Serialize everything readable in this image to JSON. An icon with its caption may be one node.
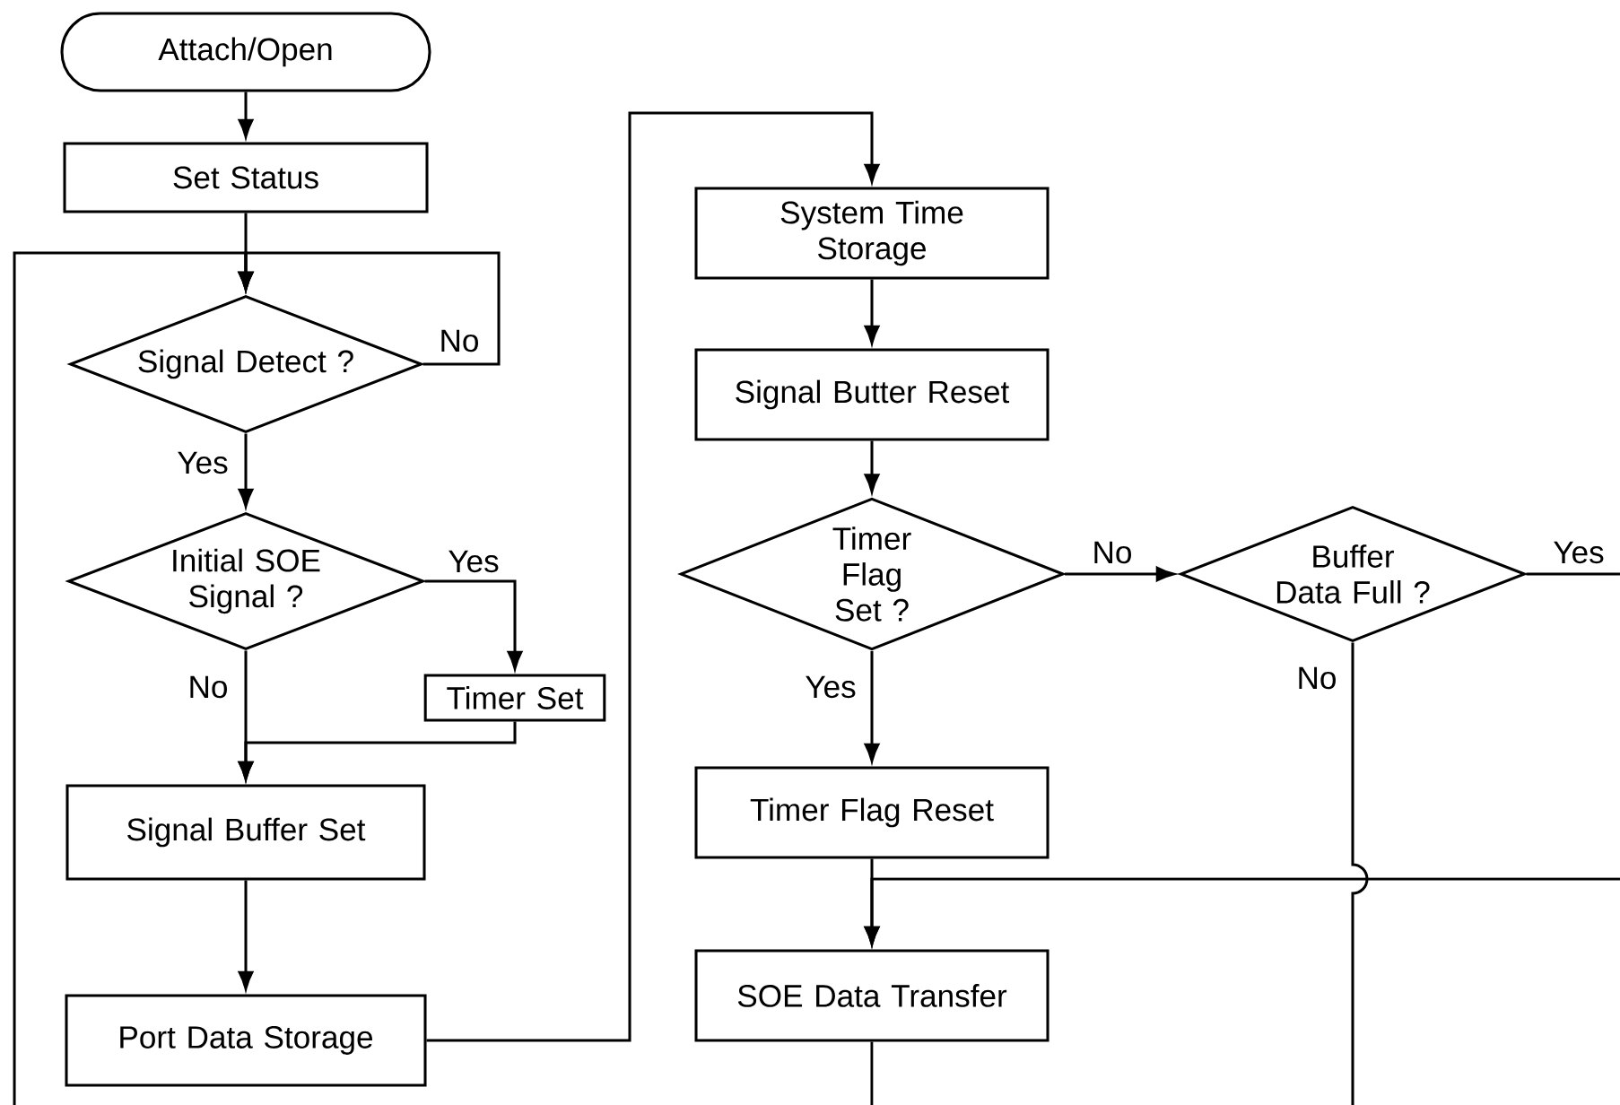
{
  "diagram": {
    "nodes": [
      {
        "text": [
          "Attach/Open"
        ]
      },
      {
        "text": [
          "Set Status"
        ]
      },
      {
        "text": [
          "Signal  Detect ?"
        ]
      },
      {
        "text": [
          "Initial SOE Signal ?"
        ]
      },
      {
        "text": [
          "Timer Set"
        ]
      },
      {
        "text": [
          "Signal Buffer Set"
        ]
      },
      {
        "text": [
          "Port Data Storage"
        ]
      },
      {
        "text": [
          "System Time Storage"
        ]
      },
      {
        "text": [
          "Signal Butter Reset"
        ]
      },
      {
        "text": [
          "Timer Flag Set ?"
        ]
      },
      {
        "text": [
          "Buffer Data Full ?"
        ]
      },
      {
        "text": [
          "Timer Flag Reset"
        ]
      },
      {
        "text": [
          "SOE Data Transfer"
        ]
      }
    ],
    "edges": [
      {
        "from": 0,
        "to": 1,
        "arrow": "to"
      },
      {
        "from": 1,
        "to": 2,
        "arrow": "to"
      },
      {
        "from": 2,
        "to": 2,
        "arrow": "to",
        "label": "No"
      },
      {
        "from": null,
        "to": 2,
        "arrow": "to"
      },
      {
        "from": 2,
        "to": 3,
        "arrow": "to",
        "label": "Yes"
      },
      {
        "from": 3,
        "to": 4,
        "arrow": "to",
        "label": "Yes"
      },
      {
        "from": 4,
        "to": 5,
        "arrow": "to"
      },
      {
        "from": 3,
        "to": 5,
        "arrow": "to",
        "label": "No"
      },
      {
        "from": 5,
        "to": 6,
        "arrow": "to"
      },
      {
        "from": 6,
        "to": 7,
        "arrow": "to"
      },
      {
        "from": 7,
        "to": 8,
        "arrow": "to"
      },
      {
        "from": 8,
        "to": 9,
        "arrow": "to"
      },
      {
        "from": 9,
        "to": 10,
        "arrow": "to",
        "label": "No"
      },
      {
        "from": 9,
        "to": 11,
        "arrow": "to",
        "label": "Yes"
      },
      {
        "from": 11,
        "to": 12,
        "arrow": "to"
      },
      {
        "from": 10,
        "to": null,
        "arrow": "none",
        "label": "Yes"
      },
      {
        "from": null,
        "to": 12,
        "arrow": "to"
      },
      {
        "from": 10,
        "to": null,
        "arrow": "none",
        "label": "No"
      },
      {
        "from": 12,
        "to": null,
        "arrow": "none"
      }
    ]
  }
}
